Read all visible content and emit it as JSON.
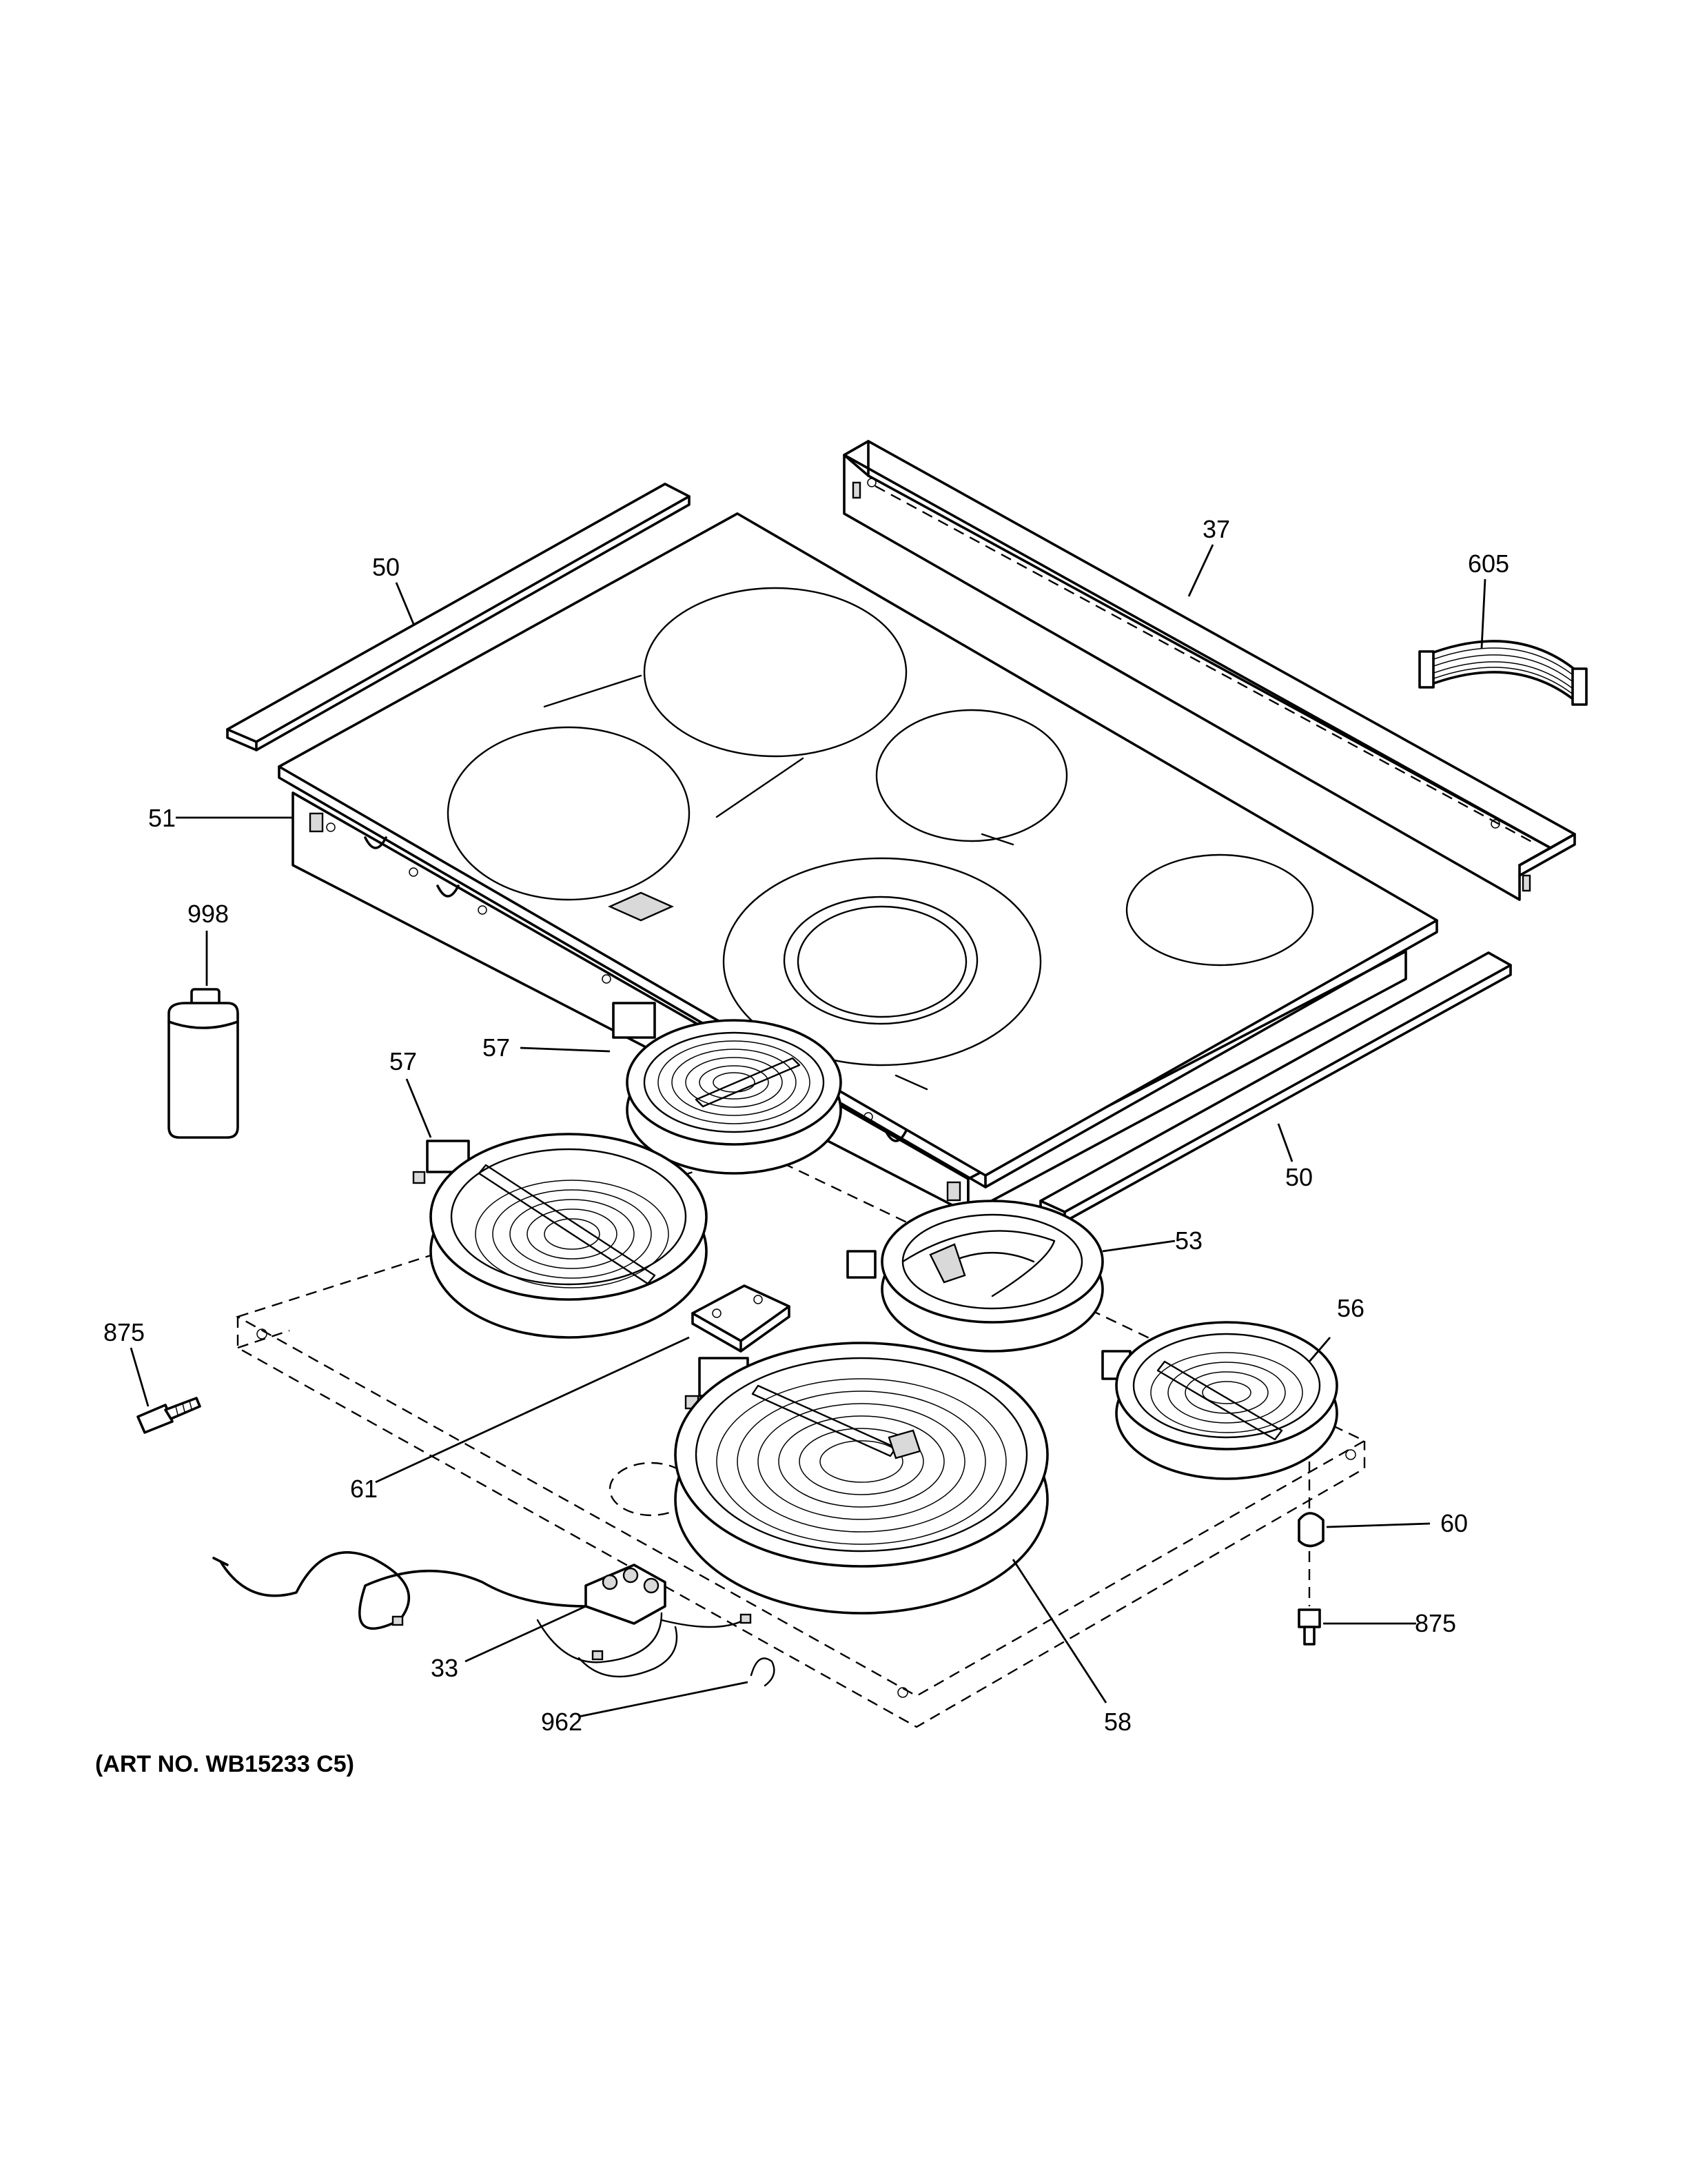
{
  "callouts": {
    "c37": "37",
    "c605": "605",
    "c50_top": "50",
    "c51": "51",
    "c998": "998",
    "c57_upper": "57",
    "c57_lower": "57",
    "c50_right": "50",
    "c53": "53",
    "c56": "56",
    "c875_left": "875",
    "c61": "61",
    "c60": "60",
    "c875_right": "875",
    "c33": "33",
    "c962": "962",
    "c58": "58"
  },
  "art_number": "(ART NO. WB15233 C5)"
}
